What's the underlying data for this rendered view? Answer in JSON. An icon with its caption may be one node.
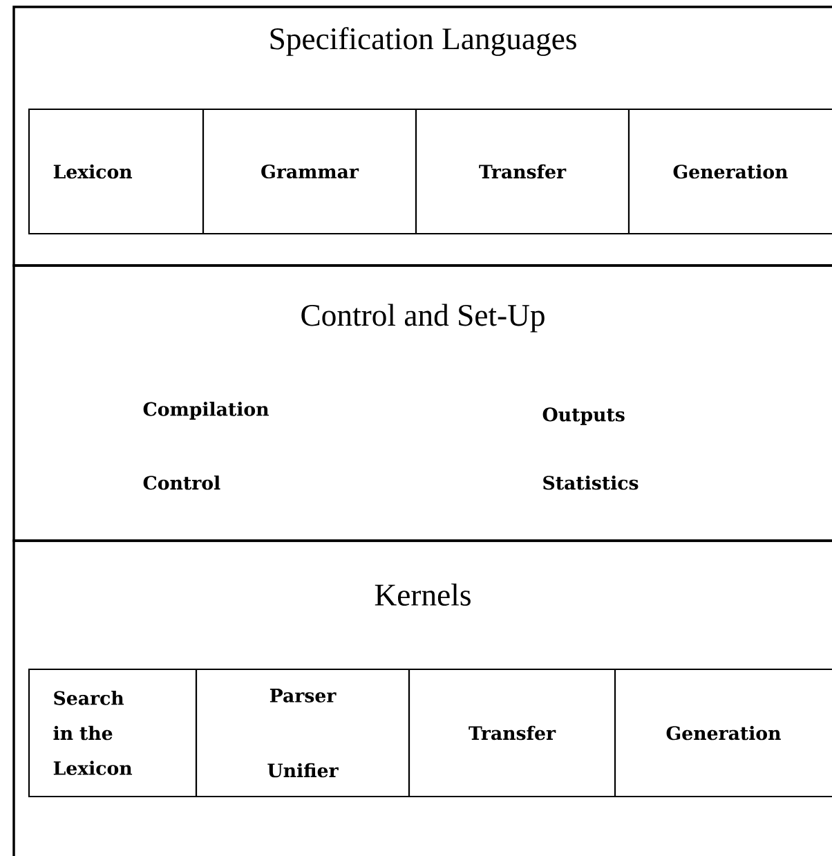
{
  "diagram": {
    "nodes": [
      {
        "text": [
          "Specification Languages"
        ]
      },
      {
        "text": [
          "Lexicon"
        ],
        "in": 0
      },
      {
        "text": [
          "Grammar"
        ],
        "in": 0
      },
      {
        "text": [
          "Transfer"
        ],
        "in": 0
      },
      {
        "text": [
          "Generation"
        ],
        "in": 0
      },
      {
        "text": [
          "Control and Set-Up",
          "Compilation",
          "Outputs",
          "Control",
          "Statistics"
        ]
      },
      {
        "text": [
          "Kernels"
        ]
      },
      {
        "text": [
          "Search in the Lexicon"
        ],
        "in": 6
      },
      {
        "text": [
          "Parser",
          "Unifier"
        ],
        "in": 6
      },
      {
        "text": [
          "Transfer"
        ],
        "in": 6
      },
      {
        "text": [
          "Generation"
        ],
        "in": 6
      }
    ],
    "edges": []
  }
}
